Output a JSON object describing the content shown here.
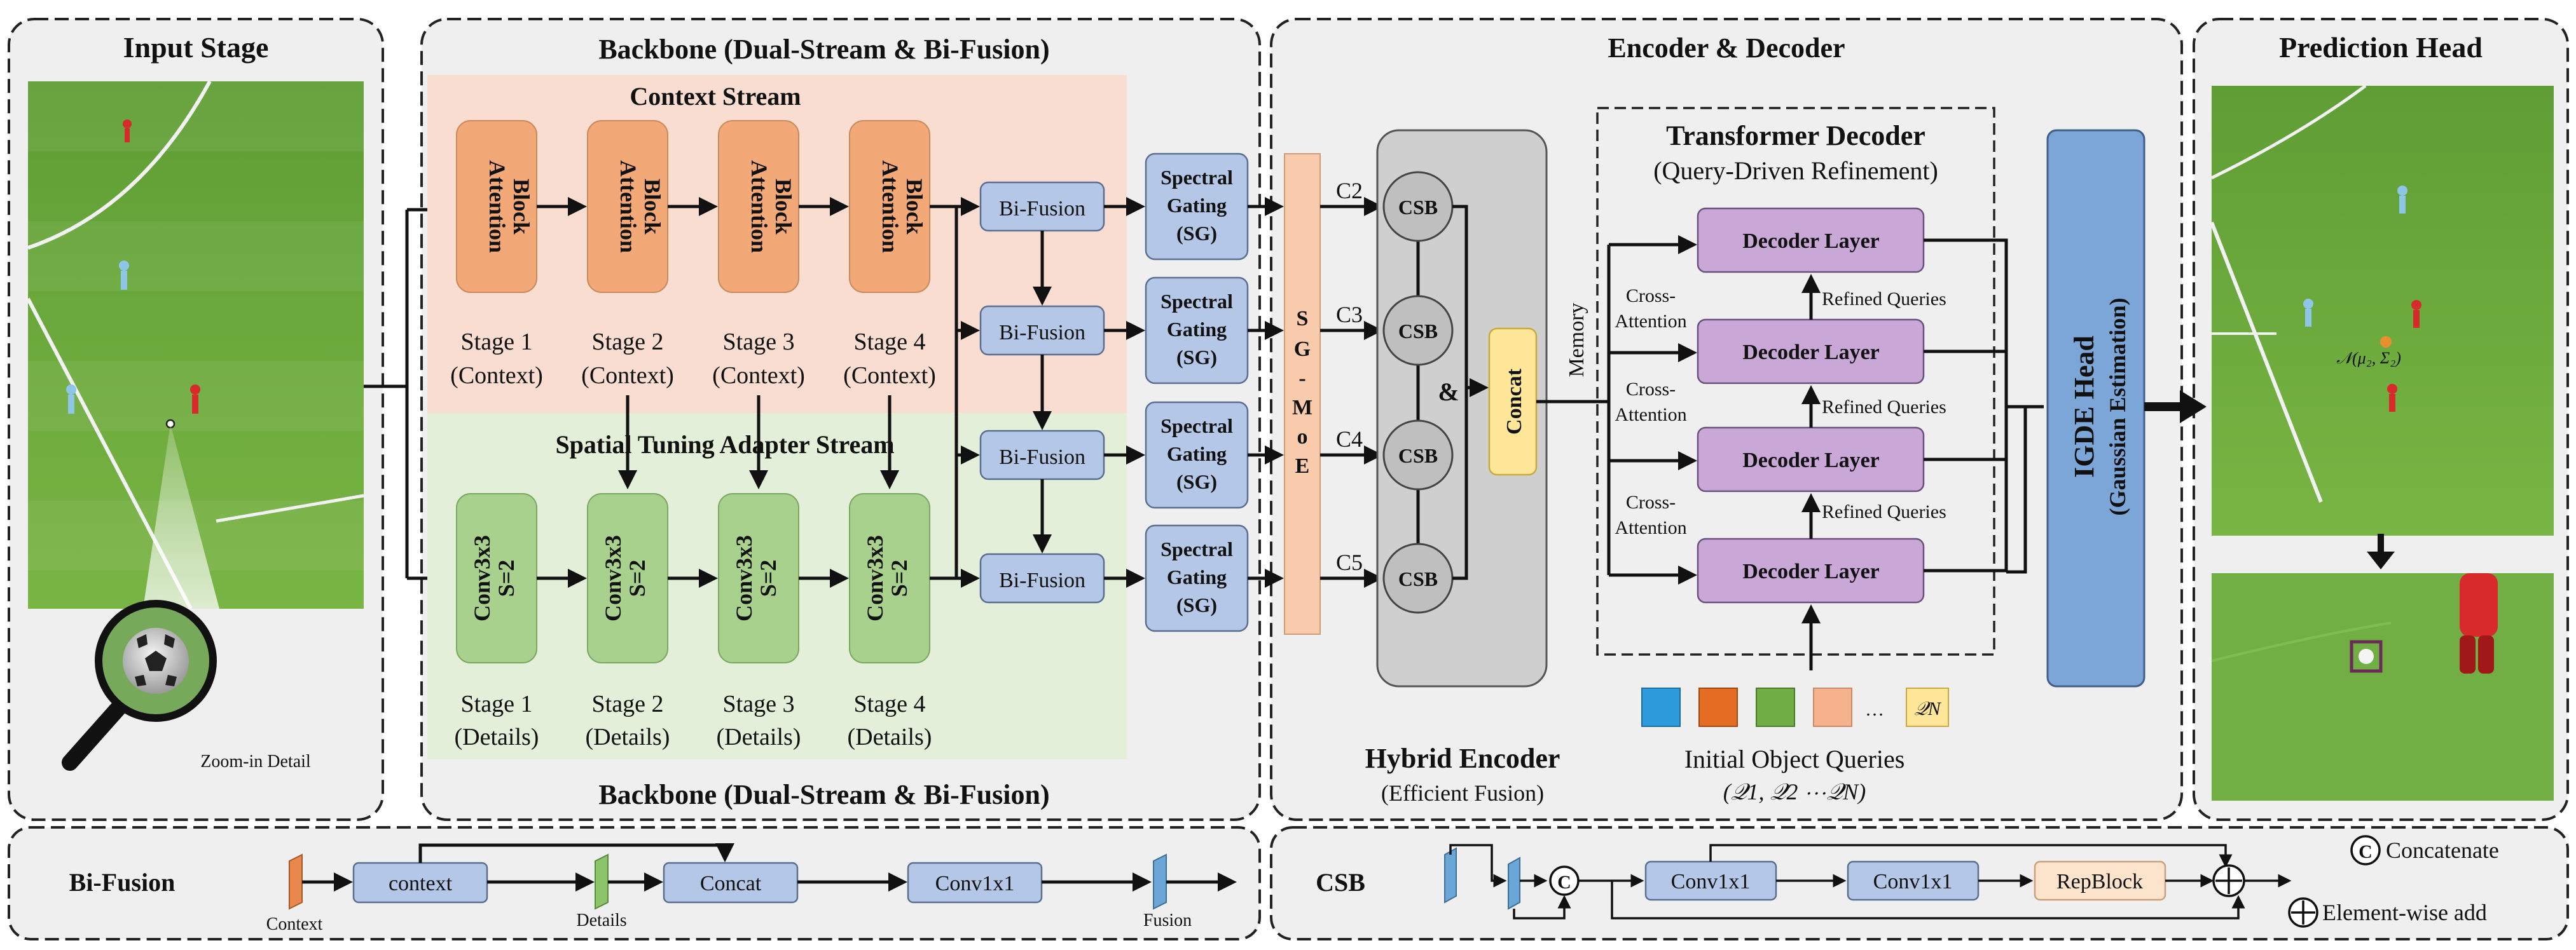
{
  "input_stage": {
    "title": "Input Stage",
    "zoom_label": "Zoom-in Detail"
  },
  "backbone": {
    "title": "Backbone (Dual-Stream & Bi-Fusion)",
    "footer_title": "Backbone (Dual-Stream & Bi-Fusion)",
    "context_stream": {
      "title": "Context Stream",
      "block_label_1": "Attention",
      "block_label_2": "Block",
      "stages": [
        {
          "line1": "Stage 1",
          "line2": "(Context)"
        },
        {
          "line1": "Stage 2",
          "line2": "(Context)"
        },
        {
          "line1": "Stage 3",
          "line2": "(Context)"
        },
        {
          "line1": "Stage 4",
          "line2": "(Context)"
        }
      ]
    },
    "spatial_stream": {
      "title": "Spatial Tuning Adapter Stream",
      "block_label_1": "Conv3x3",
      "block_label_2": "S=2",
      "stages": [
        {
          "line1": "Stage 1",
          "line2": "(Details)"
        },
        {
          "line1": "Stage 2",
          "line2": "(Details)"
        },
        {
          "line1": "Stage 3",
          "line2": "(Details)"
        },
        {
          "line1": "Stage 4",
          "line2": "(Details)"
        }
      ]
    },
    "bifusion_label": "Bi-Fusion",
    "sg": {
      "line1": "Spectral",
      "line2": "Gating",
      "line3": "(SG)"
    }
  },
  "encoder_decoder": {
    "title": "Encoder & Decoder",
    "sgmoe_letters": [
      "S",
      "G",
      "-",
      "M",
      "o",
      "E"
    ],
    "scales": [
      "C2",
      "C3",
      "C4",
      "C5"
    ],
    "csb_label": "CSB",
    "ampersand": "&",
    "concat_label": "Concat",
    "memory_label": "Memory",
    "hybrid_title": "Hybrid Encoder",
    "hybrid_subtitle": "(Efficient Fusion)",
    "transformer_title": "Transformer Decoder",
    "transformer_subtitle": "(Query-Driven Refinement)",
    "decoder_layer_label": "Decoder Layer",
    "cross_attention_1": "Cross-",
    "cross_attention_2": "Attention",
    "refined_queries": "Refined Queries",
    "query_n_symbol": "𝒬N",
    "initial_queries_title": "Initial Object Queries",
    "initial_queries_formula": "(𝒬1, 𝒬2 ⋯𝒬N)"
  },
  "prediction_head": {
    "title": "Prediction Head",
    "igde_line1": "IGDE Head",
    "igde_line2": "(Gaussian Estimation)",
    "gaussian_label": "𝒩(μ₂, Σ₂)"
  },
  "bifusion_detail": {
    "title": "Bi-Fusion",
    "context_box": "context",
    "concat_box": "Concat",
    "conv_box": "Conv1x1",
    "context_caption": "Context",
    "details_caption": "Details",
    "fusion_caption": "Fusion"
  },
  "csb_detail": {
    "title": "CSB",
    "conv1": "Conv1x1",
    "conv2": "Conv1x1",
    "repblock": "RepBlock",
    "concat_symbol": "C",
    "legend_concat": "Concatenate",
    "legend_add": "Element-wise add"
  },
  "colors": {
    "attention_block": "#f3a878",
    "conv_block": "#a9d18e",
    "context_bg": "#f8ddd0",
    "spatial_bg": "#e3efd9",
    "bifusion_box": "#b4c7e7",
    "sgmoe": "#f8cbad",
    "csb_circle": "#bfbfbf",
    "concat": "#ffe699",
    "decoder_layer": "#c9a8d8",
    "igde": "#7ca6d8",
    "query_colors": [
      "#2e9bdc",
      "#e46c23",
      "#6fae45",
      "#f5b28c",
      "#ffe699"
    ],
    "field_green": "#6aab3a"
  }
}
